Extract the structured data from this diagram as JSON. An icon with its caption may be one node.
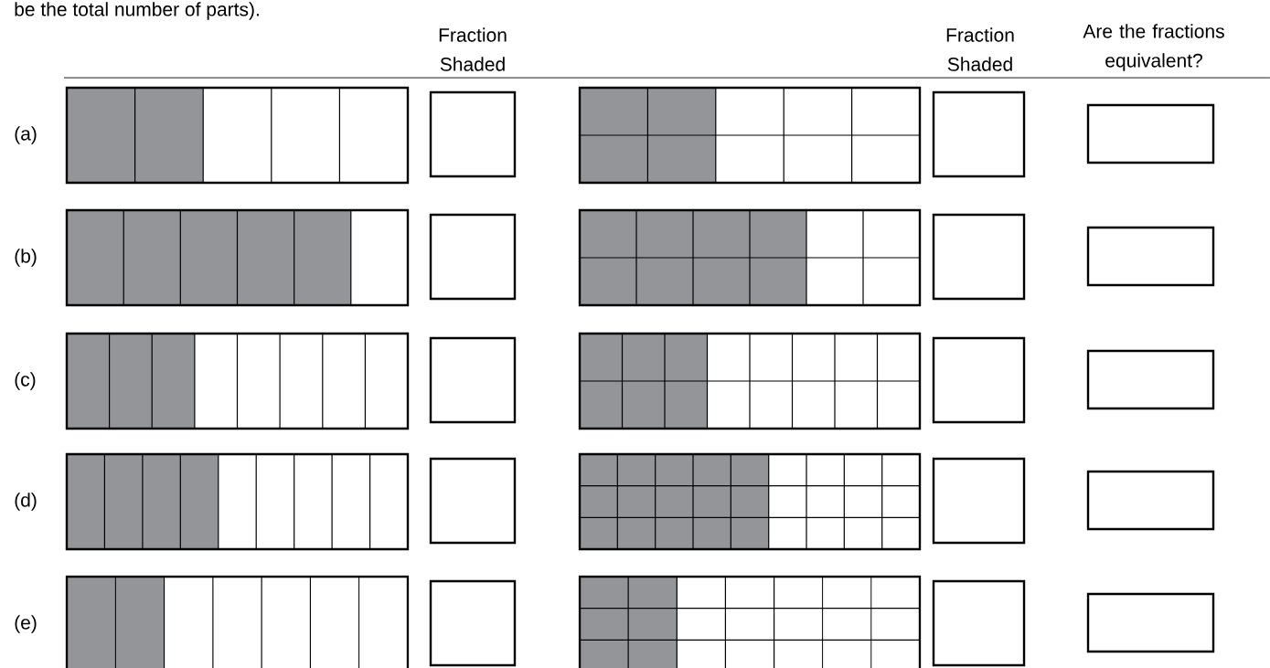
{
  "diagram": {
    "labels": [
      "be the total number of parts).",
      "Fraction Shaded",
      "Fraction Shaded",
      "Are the fractions equivalent?",
      "(a)",
      "(b)",
      "(c)",
      "(d)",
      "(e)"
    ]
  }
}
